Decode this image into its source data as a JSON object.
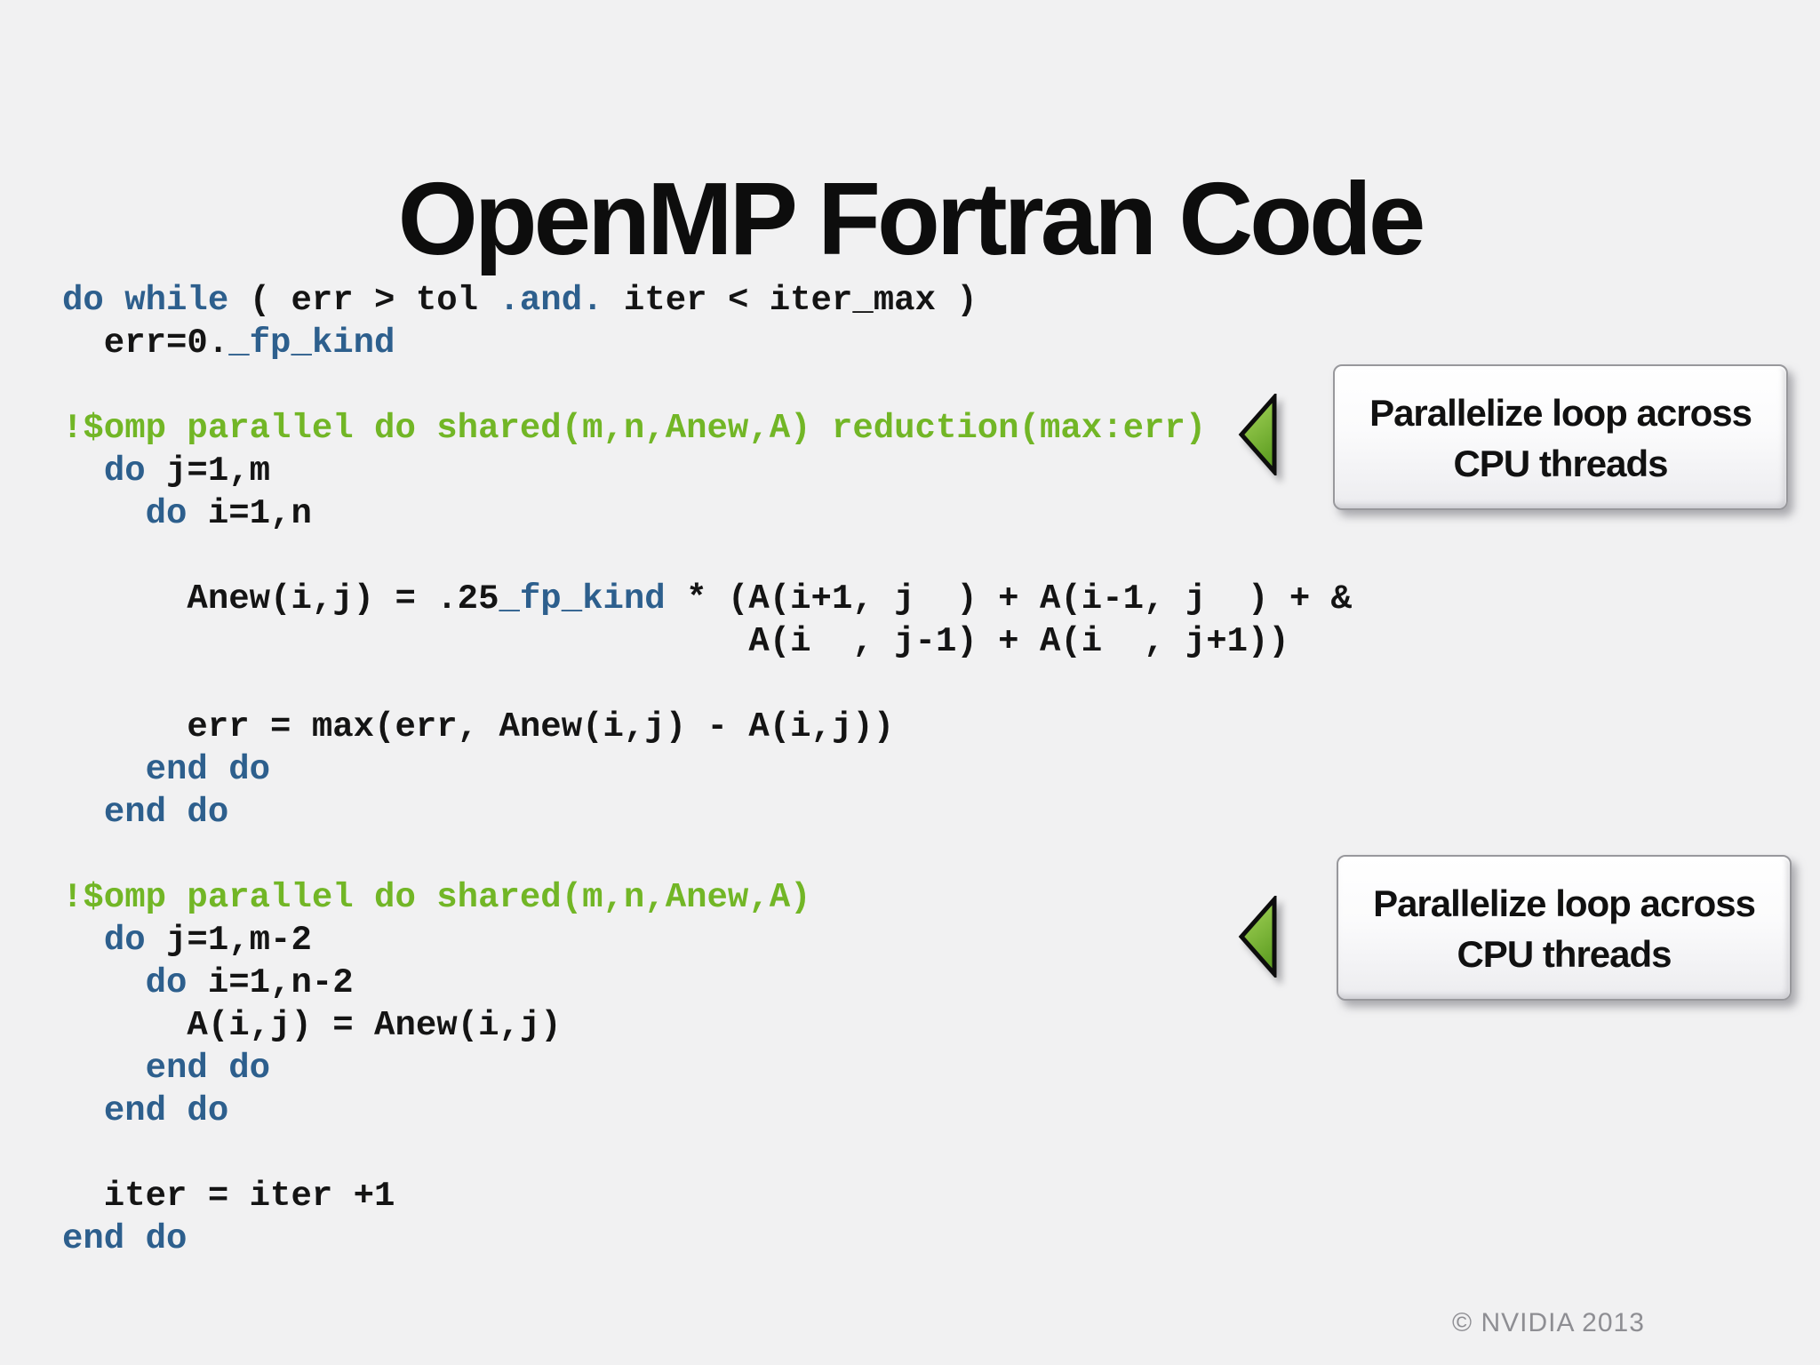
{
  "slide": {
    "title": "OpenMP Fortran Code",
    "footer": "© NVIDIA 2013"
  },
  "colors": {
    "background": "#f1f1f2",
    "code_plain": "#141414",
    "code_keyword": "#2d5f8d",
    "code_omp_directive": "#72b626",
    "arrow_green_light": "#a8d75c",
    "arrow_green_dark": "#61a024",
    "arrow_outline": "#0d0d0d",
    "callout_text": "#111111",
    "footer_text": "#8e8e93"
  },
  "code": {
    "lines": [
      {
        "spans": [
          {
            "c": "kw",
            "t": "do while"
          },
          {
            "c": "plain",
            "t": " ( err > tol "
          },
          {
            "c": "kw",
            "t": ".and."
          },
          {
            "c": "plain",
            "t": " iter < iter_max )"
          }
        ]
      },
      {
        "spans": [
          {
            "c": "plain",
            "t": "  err=0."
          },
          {
            "c": "kw",
            "t": "_fp_kind"
          }
        ]
      },
      {
        "spans": []
      },
      {
        "spans": [
          {
            "c": "omp",
            "t": "!$omp parallel do shared(m,n,Anew,A) reduction(max:err)"
          }
        ]
      },
      {
        "spans": [
          {
            "c": "plain",
            "t": "  "
          },
          {
            "c": "kw",
            "t": "do"
          },
          {
            "c": "plain",
            "t": " j=1,m"
          }
        ]
      },
      {
        "spans": [
          {
            "c": "plain",
            "t": "    "
          },
          {
            "c": "kw",
            "t": "do"
          },
          {
            "c": "plain",
            "t": " i=1,n"
          }
        ]
      },
      {
        "spans": []
      },
      {
        "spans": [
          {
            "c": "plain",
            "t": "      Anew(i,j) = .25"
          },
          {
            "c": "kw",
            "t": "_fp_kind"
          },
          {
            "c": "plain",
            "t": " * (A(i+1, j  ) + A(i-1, j  ) + &"
          }
        ]
      },
      {
        "spans": [
          {
            "c": "plain",
            "t": "                                 A(i  , j-1) + A(i  , j+1))"
          }
        ]
      },
      {
        "spans": []
      },
      {
        "spans": [
          {
            "c": "plain",
            "t": "      err = max(err, Anew(i,j) - A(i,j))"
          }
        ]
      },
      {
        "spans": [
          {
            "c": "plain",
            "t": "    "
          },
          {
            "c": "kw",
            "t": "end do"
          }
        ]
      },
      {
        "spans": [
          {
            "c": "plain",
            "t": "  "
          },
          {
            "c": "kw",
            "t": "end do"
          }
        ]
      },
      {
        "spans": []
      },
      {
        "spans": [
          {
            "c": "omp",
            "t": "!$omp parallel do shared(m,n,Anew,A)"
          }
        ]
      },
      {
        "spans": [
          {
            "c": "plain",
            "t": "  "
          },
          {
            "c": "kw",
            "t": "do"
          },
          {
            "c": "plain",
            "t": " j=1,m-2"
          }
        ]
      },
      {
        "spans": [
          {
            "c": "plain",
            "t": "    "
          },
          {
            "c": "kw",
            "t": "do"
          },
          {
            "c": "plain",
            "t": " i=1,n-2"
          }
        ]
      },
      {
        "spans": [
          {
            "c": "plain",
            "t": "      A(i,j) = Anew(i,j)"
          }
        ]
      },
      {
        "spans": [
          {
            "c": "plain",
            "t": "    "
          },
          {
            "c": "kw",
            "t": "end do"
          }
        ]
      },
      {
        "spans": [
          {
            "c": "plain",
            "t": "  "
          },
          {
            "c": "kw",
            "t": "end do"
          }
        ]
      },
      {
        "spans": []
      },
      {
        "spans": [
          {
            "c": "plain",
            "t": "  iter = iter +1"
          }
        ]
      },
      {
        "spans": [
          {
            "c": "kw",
            "t": "end do"
          }
        ]
      }
    ]
  },
  "callouts": [
    {
      "line1": "Parallelize loop across",
      "line2": "CPU threads"
    },
    {
      "line1": "Parallelize loop across",
      "line2": "CPU threads"
    }
  ]
}
